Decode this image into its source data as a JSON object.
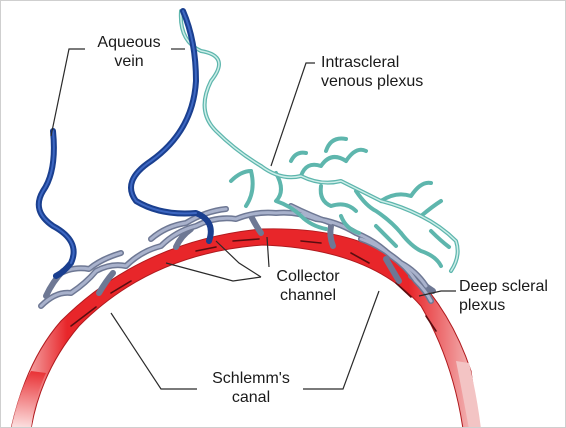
{
  "labels": {
    "aqueous_vein": "Aqueous\nvein",
    "intrascleral": "Intrascleral\nvenous plexus",
    "collector": "Collector\nchannel",
    "deep_scleral": "Deep scleral\nplexus",
    "schlemm": "Schlemm's\ncanal"
  },
  "colors": {
    "canal": "#e8262a",
    "canal_fade": "#f6c6c6",
    "aqueous_vein": "#1f4aa0",
    "intrascleral": "#8fd3cc",
    "deep_plexus": "#8d97b3",
    "leader": "#2a2a2a"
  }
}
